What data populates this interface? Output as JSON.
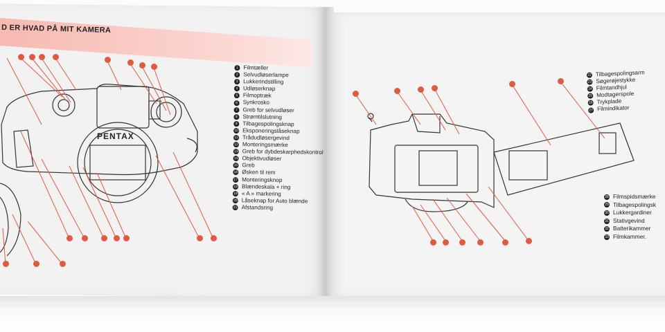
{
  "header": {
    "title": "D ER HVAD PÅ MIT KAMERA"
  },
  "left_figure": {
    "brand": "PENTAX"
  },
  "legend_left": [
    {
      "n": "1",
      "label": "Filmtæller"
    },
    {
      "n": "2",
      "label": "Selvudløserlampe"
    },
    {
      "n": "3",
      "label": "Lukkerindstilling"
    },
    {
      "n": "4",
      "label": "Udløserknap"
    },
    {
      "n": "5",
      "label": "Filmoptræk"
    },
    {
      "n": "6",
      "label": "Synkrosko"
    },
    {
      "n": "7",
      "label": "Greb for selvudløser"
    },
    {
      "n": "8",
      "label": "Strømtilslutning"
    },
    {
      "n": "9",
      "label": "Tilbagespolingsknap"
    },
    {
      "n": "10",
      "label": "Eksponeringslåseknap"
    },
    {
      "n": "11",
      "label": "Trådudløsergevind"
    },
    {
      "n": "12",
      "label": "Monteringsmærke"
    },
    {
      "n": "13",
      "label": "Greb for dybdeskarphedskontrol"
    },
    {
      "n": "14",
      "label": "Objektivudløser"
    },
    {
      "n": "15",
      "label": "Greb"
    },
    {
      "n": "16",
      "label": "Øsken til rem"
    },
    {
      "n": "17",
      "label": "Monteringsknop"
    },
    {
      "n": "18",
      "label": "Blændeskala + ring"
    },
    {
      "n": "19",
      "label": "« A » markering"
    },
    {
      "n": "20",
      "label": "Låseknap for Auto blænde"
    },
    {
      "n": "21",
      "label": "Afstandsring"
    }
  ],
  "legend_right_top": [
    {
      "n": "22",
      "label": "Tilbagespolingsarm"
    },
    {
      "n": "23",
      "label": "Søgerøjestykke"
    },
    {
      "n": "24",
      "label": "Filmtandhjul"
    },
    {
      "n": "25",
      "label": "Modtagerspole"
    },
    {
      "n": "26",
      "label": "Trykplade"
    },
    {
      "n": "27",
      "label": "Filmindikator"
    }
  ],
  "legend_right_bottom": [
    {
      "n": "28",
      "label": "Filmspidsmærke"
    },
    {
      "n": "29",
      "label": "Tilbagespolingsk"
    },
    {
      "n": "30",
      "label": "Lukkergardiner"
    },
    {
      "n": "31",
      "label": "Stativgevind"
    },
    {
      "n": "32",
      "label": "Batterikammer"
    },
    {
      "n": "33",
      "label": "Filmkammer."
    }
  ],
  "colors": {
    "header_band": "#f7b9b1",
    "callout": "#e05a40",
    "line_art": "#333333"
  }
}
